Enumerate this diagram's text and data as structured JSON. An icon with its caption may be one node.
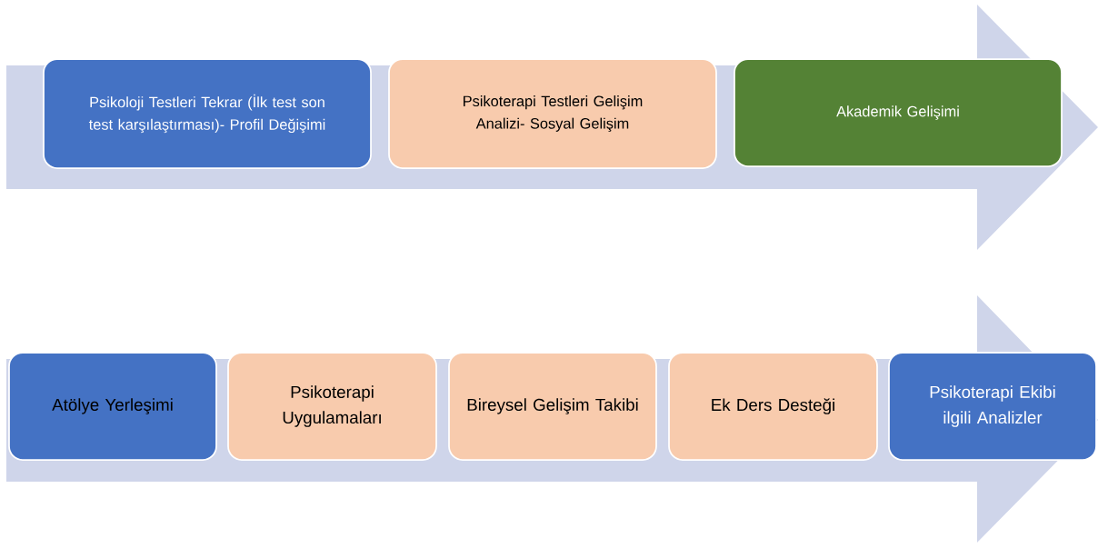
{
  "diagram": {
    "nodes": [
      {
        "text": [
          "Psikoloji Testleri Tekrar (İlk test son test karşılaştırması)- Profil Değişimi"
        ]
      },
      {
        "text": [
          "Psikoterapi Testleri Gelişim Analizi- Sosyal Gelişim"
        ]
      },
      {
        "text": [
          "Akademik Gelişimi"
        ]
      },
      {
        "text": [
          "Atölye Yerleşimi"
        ]
      },
      {
        "text": [
          "Psikoterapi Uygulamaları"
        ]
      },
      {
        "text": [
          "Bireysel Gelişim Takibi"
        ]
      },
      {
        "text": [
          "Ek Ders Desteği"
        ]
      },
      {
        "text": [
          "Psikoterapi Ekibi ilgili Analizler"
        ]
      }
    ]
  }
}
